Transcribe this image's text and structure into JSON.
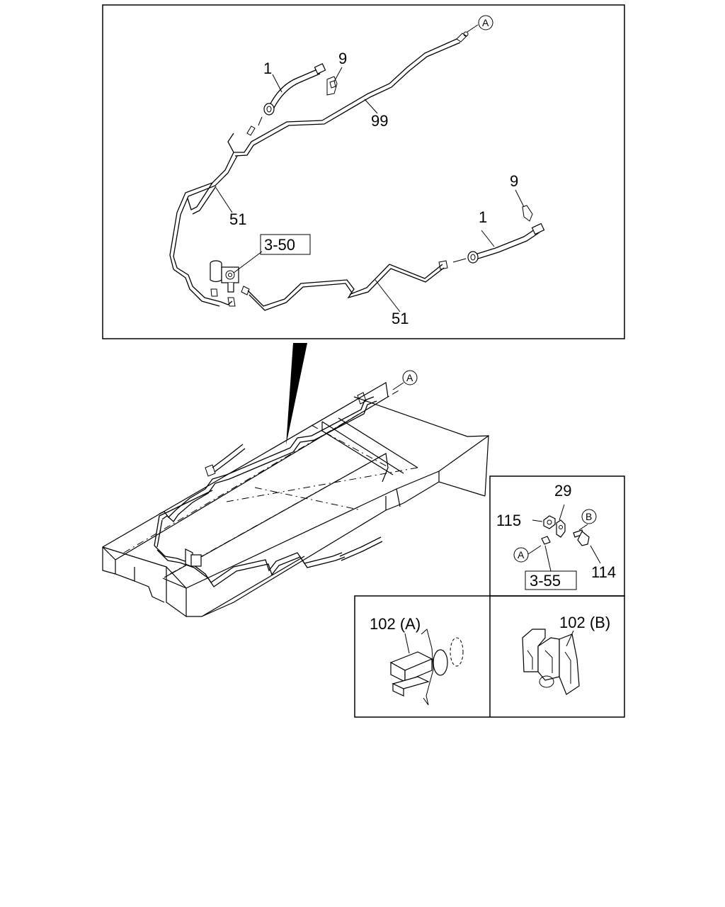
{
  "callouts": {
    "hose_upper": "1",
    "clip_upper": "9",
    "pipe_99": "99",
    "pipe_51_left": "51",
    "ref_3_50": "3-50",
    "pipe_51_right": "51",
    "clip_right": "9",
    "hose_right": "1",
    "circle_a_top": "A",
    "circle_a_frame": "A",
    "part_29": "29",
    "part_115": "115",
    "circle_b": "B",
    "circle_a_inset": "A",
    "part_114": "114",
    "ref_3_55": "3-55",
    "part_102a": "102 (A)",
    "part_102b": "102 (B)"
  }
}
